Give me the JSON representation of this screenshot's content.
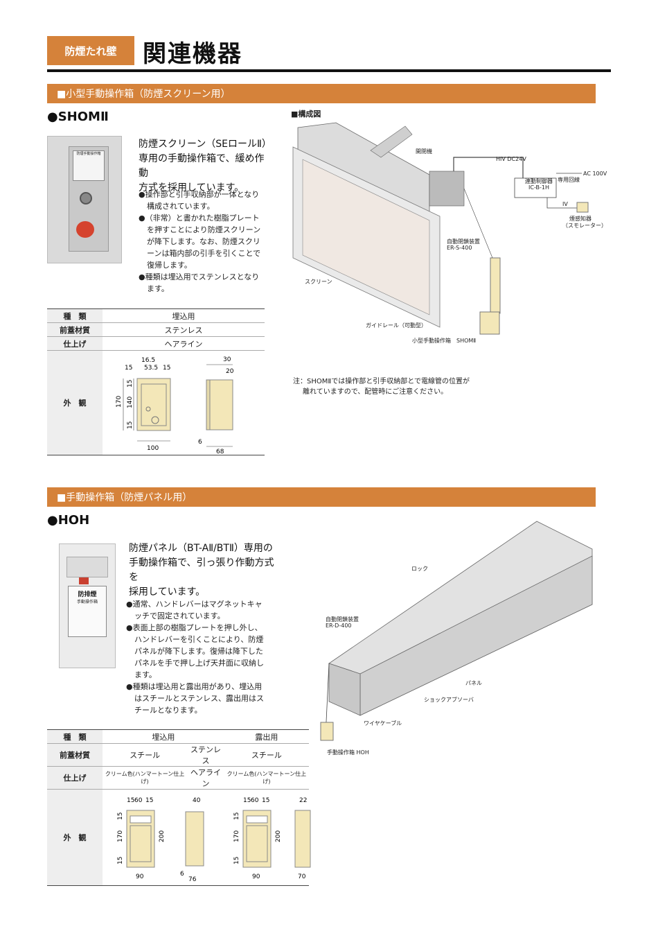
{
  "header": {
    "category": "防煙たれ壁",
    "title": "関連機器"
  },
  "section1": {
    "bar": "■小型手動操作箱（防煙スクリーン用）",
    "model": "●SHOMⅡ",
    "photo_plate": "防煙手動操作箱",
    "desc": [
      "防煙スクリーン（SEロールⅡ）",
      "専用の手動操作箱で、緩め作動",
      "方式を採用しています。"
    ],
    "bullets": [
      "●操作部と引手収納部が一体となり構成されています。",
      "●（非常）と書かれた樹脂プレートを押すことにより防煙スクリーンが降下します。なお、防煙スクリーンは箱内部の引手を引くことで復帰します。",
      "●種類は埋込用でステンレスとなります。"
    ],
    "table": {
      "rows": [
        [
          "種　類",
          "埋込用"
        ],
        [
          "前蓋材質",
          "ステンレス"
        ],
        [
          "仕上げ",
          "ヘアライン"
        ]
      ],
      "appearance_label": "外　観",
      "dims": {
        "top": [
          "16.5",
          "15",
          "53.5",
          "15"
        ],
        "side_left": [
          "15",
          "140",
          "15"
        ],
        "total_h": "170",
        "width": "100",
        "side_top": [
          "30",
          "20"
        ],
        "side_bottom": [
          "6",
          "68"
        ]
      }
    },
    "diagram": {
      "title": "■構成図",
      "labels": {
        "opener": "開閉機",
        "cable": "HIV DC24V",
        "controller": "連動制御器",
        "controller_model": "IC-B-1H",
        "circuit": "専用回線",
        "ac": "AC 100V",
        "iv": "IV",
        "detector": "煙感知器",
        "simulator": "（スモレーター）",
        "auto_lock": "自動閉鎖装置",
        "auto_lock_model": "ER-S-400",
        "screen": "スクリーン",
        "guide": "ガイドレール（可動型）",
        "box": "小型手動操作箱　SHOMⅡ"
      }
    },
    "note": [
      "注：SHOMⅡでは操作部と引手収納部とで電線管の位置が",
      "離れていますので、配管時にご注意ください。"
    ]
  },
  "section2": {
    "bar": "■手動操作箱（防煙パネル用）",
    "model": "●HOH",
    "photo_plate": "防排煙",
    "photo_sub": "手動操作箱",
    "desc": [
      "防煙パネル（BT-AⅡ/BTⅡ）専用の",
      "手動操作箱で、引っ張り作動方式を",
      "採用しています。"
    ],
    "bullets": [
      "●通常、ハンドレバーはマグネットキャッチで固定されています。",
      "●表面上部の樹脂プレートを押し外し、ハンドレバーを引くことにより、防煙パネルが降下します。復帰は降下したパネルを手で押し上げ天井面に収納します。",
      "●種類は埋込用と露出用があり、埋込用はスチールとステンレス、露出用はスチールとなります。"
    ],
    "table": {
      "type_label": "種　類",
      "embedded": "埋込用",
      "exposed": "露出用",
      "material_label": "前蓋材質",
      "materials": [
        "スチール",
        "ステンレス",
        "スチール"
      ],
      "finish_label": "仕上げ",
      "finishes": [
        "クリーム色(ハンマートーン仕上げ)",
        "ヘアライン",
        "クリーム色(ハンマートーン仕上げ)"
      ],
      "appearance_label": "外　観",
      "dims_embedded": {
        "top": [
          "15",
          "60",
          "15"
        ],
        "left": [
          "15",
          "170",
          "15"
        ],
        "height": "200",
        "width": "90",
        "depth": "40",
        "depth_small": "6",
        "depth_total": "76"
      },
      "dims_exposed": {
        "top": [
          "15",
          "60",
          "15"
        ],
        "left": [
          "15",
          "170",
          "15"
        ],
        "height": "200",
        "width": "90",
        "depth": "22",
        "depth_total": "70"
      }
    },
    "diagram": {
      "labels": {
        "lock": "ロック",
        "auto_lock": "自動閉鎖装置",
        "auto_lock_model": "ER-D-400",
        "panel": "パネル",
        "absorber": "ショックアブソーバ",
        "wire": "ワイヤケーブル",
        "box": "手動操作箱 HOH"
      }
    }
  },
  "colors": {
    "accent": "#d5823a",
    "cream": "#f3e7b8",
    "panel": "#d7d5d4"
  }
}
